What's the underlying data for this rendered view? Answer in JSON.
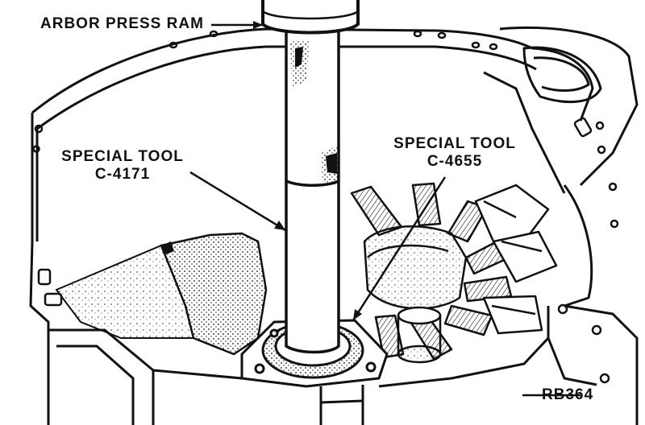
{
  "labels": {
    "arbor_press_ram": "ARBOR PRESS RAM",
    "tool_left_line1": "SPECIAL TOOL",
    "tool_left_line2": "C-4171",
    "tool_right_line1": "SPECIAL TOOL",
    "tool_right_line2": "C-4655",
    "figure_code": "RB364"
  },
  "colors": {
    "ink": "#111111",
    "paper": "#ffffff",
    "shade": "#8a8a8a"
  }
}
